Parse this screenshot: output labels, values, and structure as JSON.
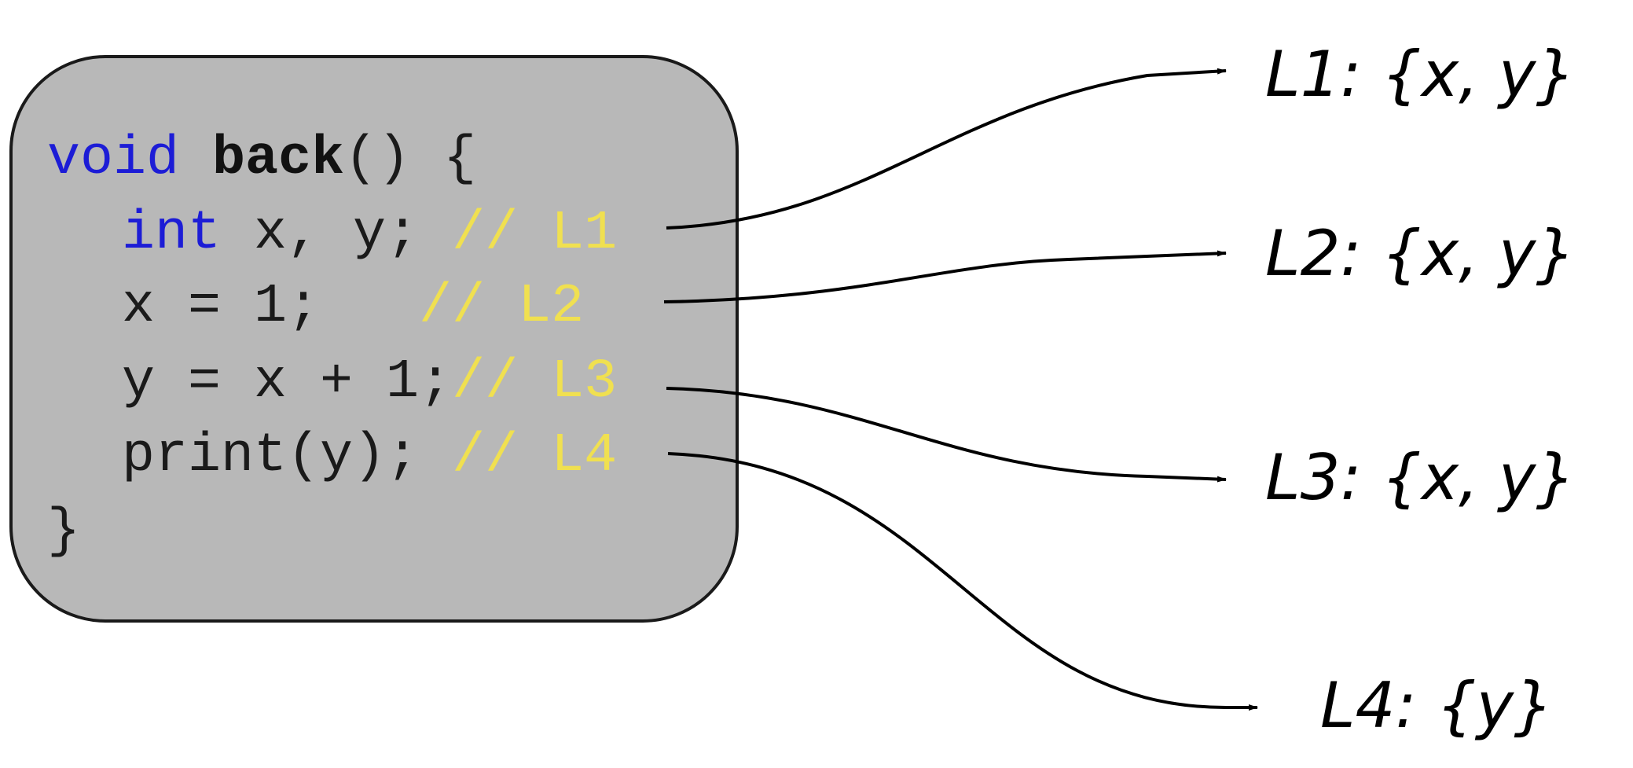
{
  "code": {
    "function_keyword": "void",
    "function_name": "back",
    "function_suffix": "() {",
    "lines": [
      {
        "keyword": "int",
        "text": " x, y; ",
        "comment": "// L1"
      },
      {
        "keyword": "",
        "text": "x = 1;   ",
        "comment": "// L2"
      },
      {
        "keyword": "",
        "text": "y = x + 1;",
        "comment": "// L3"
      },
      {
        "keyword": "",
        "text": "print(y); ",
        "comment": "// L4"
      }
    ],
    "closing": "}"
  },
  "live_sets": [
    {
      "label": "L1: {x, y}"
    },
    {
      "label": "L2: {x, y}"
    },
    {
      "label": "L3: {x, y}"
    },
    {
      "label": "L4: {y}"
    }
  ],
  "colors": {
    "keyword": "#1c1cd6",
    "comment": "#f0e050",
    "box_fill": "#b8b8b8"
  }
}
